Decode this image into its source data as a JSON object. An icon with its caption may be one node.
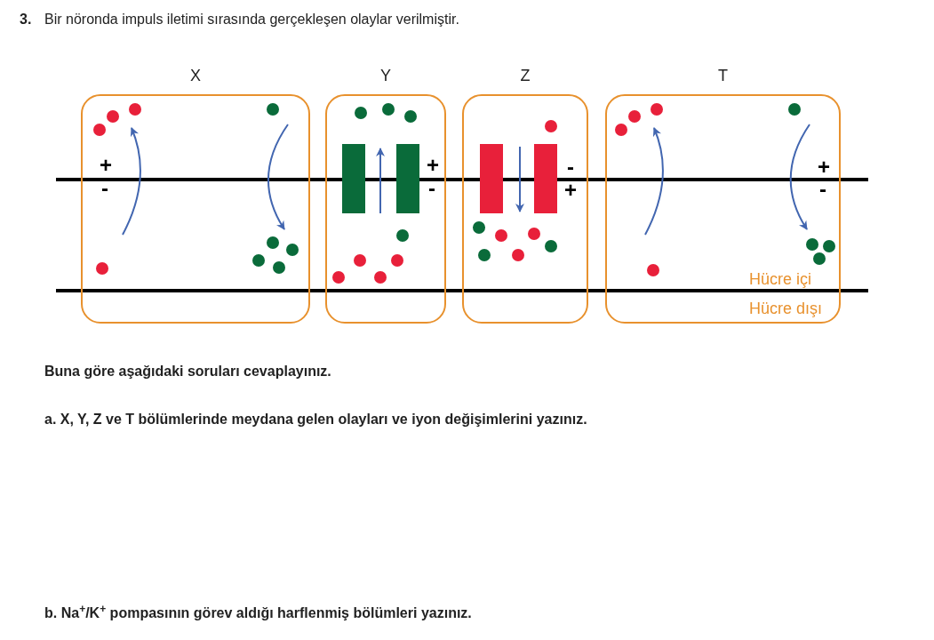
{
  "diagram": {
    "nodes": [
      {
        "text": [
          "X"
        ]
      },
      {
        "text": [
          "Y"
        ]
      },
      {
        "text": [
          "Z"
        ]
      },
      {
        "text": [
          "T"
        ]
      }
    ],
    "labels": [
      "3.",
      "Bir nöronda impuls iletimi sırasında gerçekleşen olaylar verilmiştir.",
      "+",
      "-",
      "+",
      "-",
      "-",
      "+",
      "+",
      "-",
      "Hücre içi",
      "Hücre dışı",
      "Buna göre aşağıdaki soruları cevaplayınız.",
      "a. X, Y, Z ve T bölümlerinde meydana gelen olayları ve iyon değişimlerini yazınız.",
      "b. Na$^{+}$/K$^{+}$ pompasının görev aldığı harflenmiş bölümleri yazınız."
    ]
  }
}
